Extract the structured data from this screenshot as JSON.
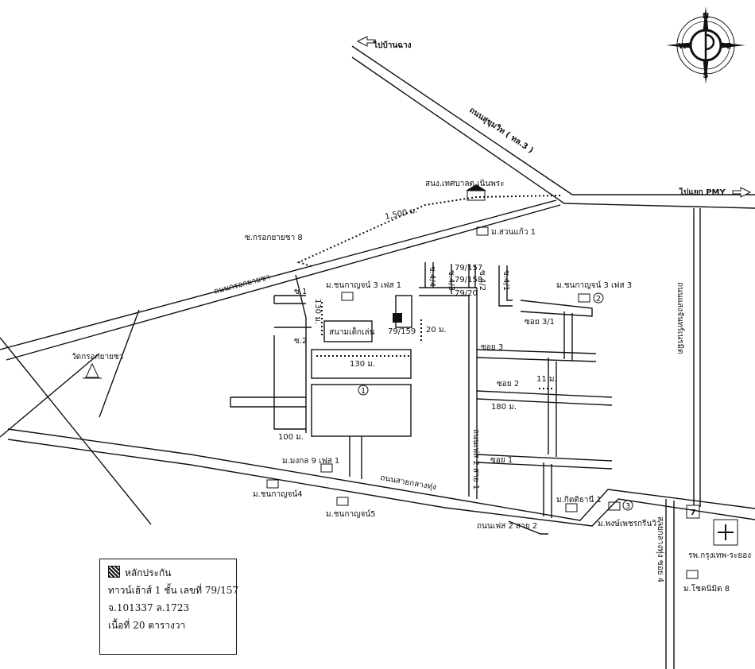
{
  "compass": {
    "n": "N",
    "s": "S",
    "e": "E",
    "w": "W"
  },
  "roads": {
    "sukhumvit": "ถนนสุขุมวิท ( ทล.3 )",
    "to_ban_chang": "ไปบ้านฉาง",
    "to_pmy": "ไปแยก PMY",
    "krok_yai_cha": "ถนนกรอกยายชา",
    "chanthamit": "ถนนแสงจันทร์เนรมิต",
    "sai_klang_thung": "ถนนสายกลางทุ่ง",
    "phase2_sai1": "ถนนเฟส 2 สาย 1",
    "phase2_sai2": "ถนนเฟส 2 สาย 2",
    "sai_klang_thung_soi4": "สายกลางทุ่ง ซอย 4",
    "soi_krok_8": "ซ.กรอกยายชา 8",
    "so1": "ซ.1",
    "so2": "ซ.2",
    "soi31": "ซอย 3/1",
    "soi3": "ซอย 3",
    "soi2": "ซอย 2",
    "soi1": "ซอย 1",
    "s41": "ซ.4/1",
    "s42": "ซ.4/2",
    "s43": "ซ.4/3",
    "s44": "ซ.4/4"
  },
  "places": {
    "municipal_school": "สนง.เทศบาลต.เนินพระ",
    "suan_kaew": "ม.สวนแก้ว 1",
    "chonkanyan3_1": "ม.ชนกาญจน์ 3 เฟส 1",
    "chonkanyan3_3": "ม.ชนกาญจน์ 3 เฟส 3",
    "playground": "สนามเด็กเล่น",
    "temple": "วัดกรอกยายชา",
    "mongkol9": "ม.มงกล 9 เฟส 1",
    "chonkanyan4": "ม.ชนกาญจน์4",
    "chonkanyan5": "ม.ชนกาญจน์5",
    "kitthani": "ม.กิตติธานี 1",
    "phongphet": "ม.พงษ์เพชรกรีนวิว",
    "hospital": "รพ.กรุงเทพ-ระยอง",
    "chokanimit": "ม.โชคนิมิต 8",
    "seven_eleven": "7"
  },
  "distances": {
    "d1500": "1,500 ม.",
    "d130v": "130 ม.",
    "d130h": "130 ม.",
    "d20": "20 ม.",
    "d11": "11 ม.",
    "d180": "180 ม.",
    "d100": "100 ม."
  },
  "markers": {
    "m1": "1",
    "m2": "2",
    "m3": "3"
  },
  "subject_lot": {
    "number": "79/159"
  },
  "lane_labels": {
    "l1": "79/157",
    "l2": "79/158",
    "l3": "79/20"
  },
  "legend": {
    "title": "หลักประกัน",
    "line1": "ทาวน์เฮ้าส์ 1 ชั้น เลขที่ 79/157",
    "line2": "จ.101337 ล.1723",
    "line3": "เนื้อที่ 20 ตารางวา"
  }
}
